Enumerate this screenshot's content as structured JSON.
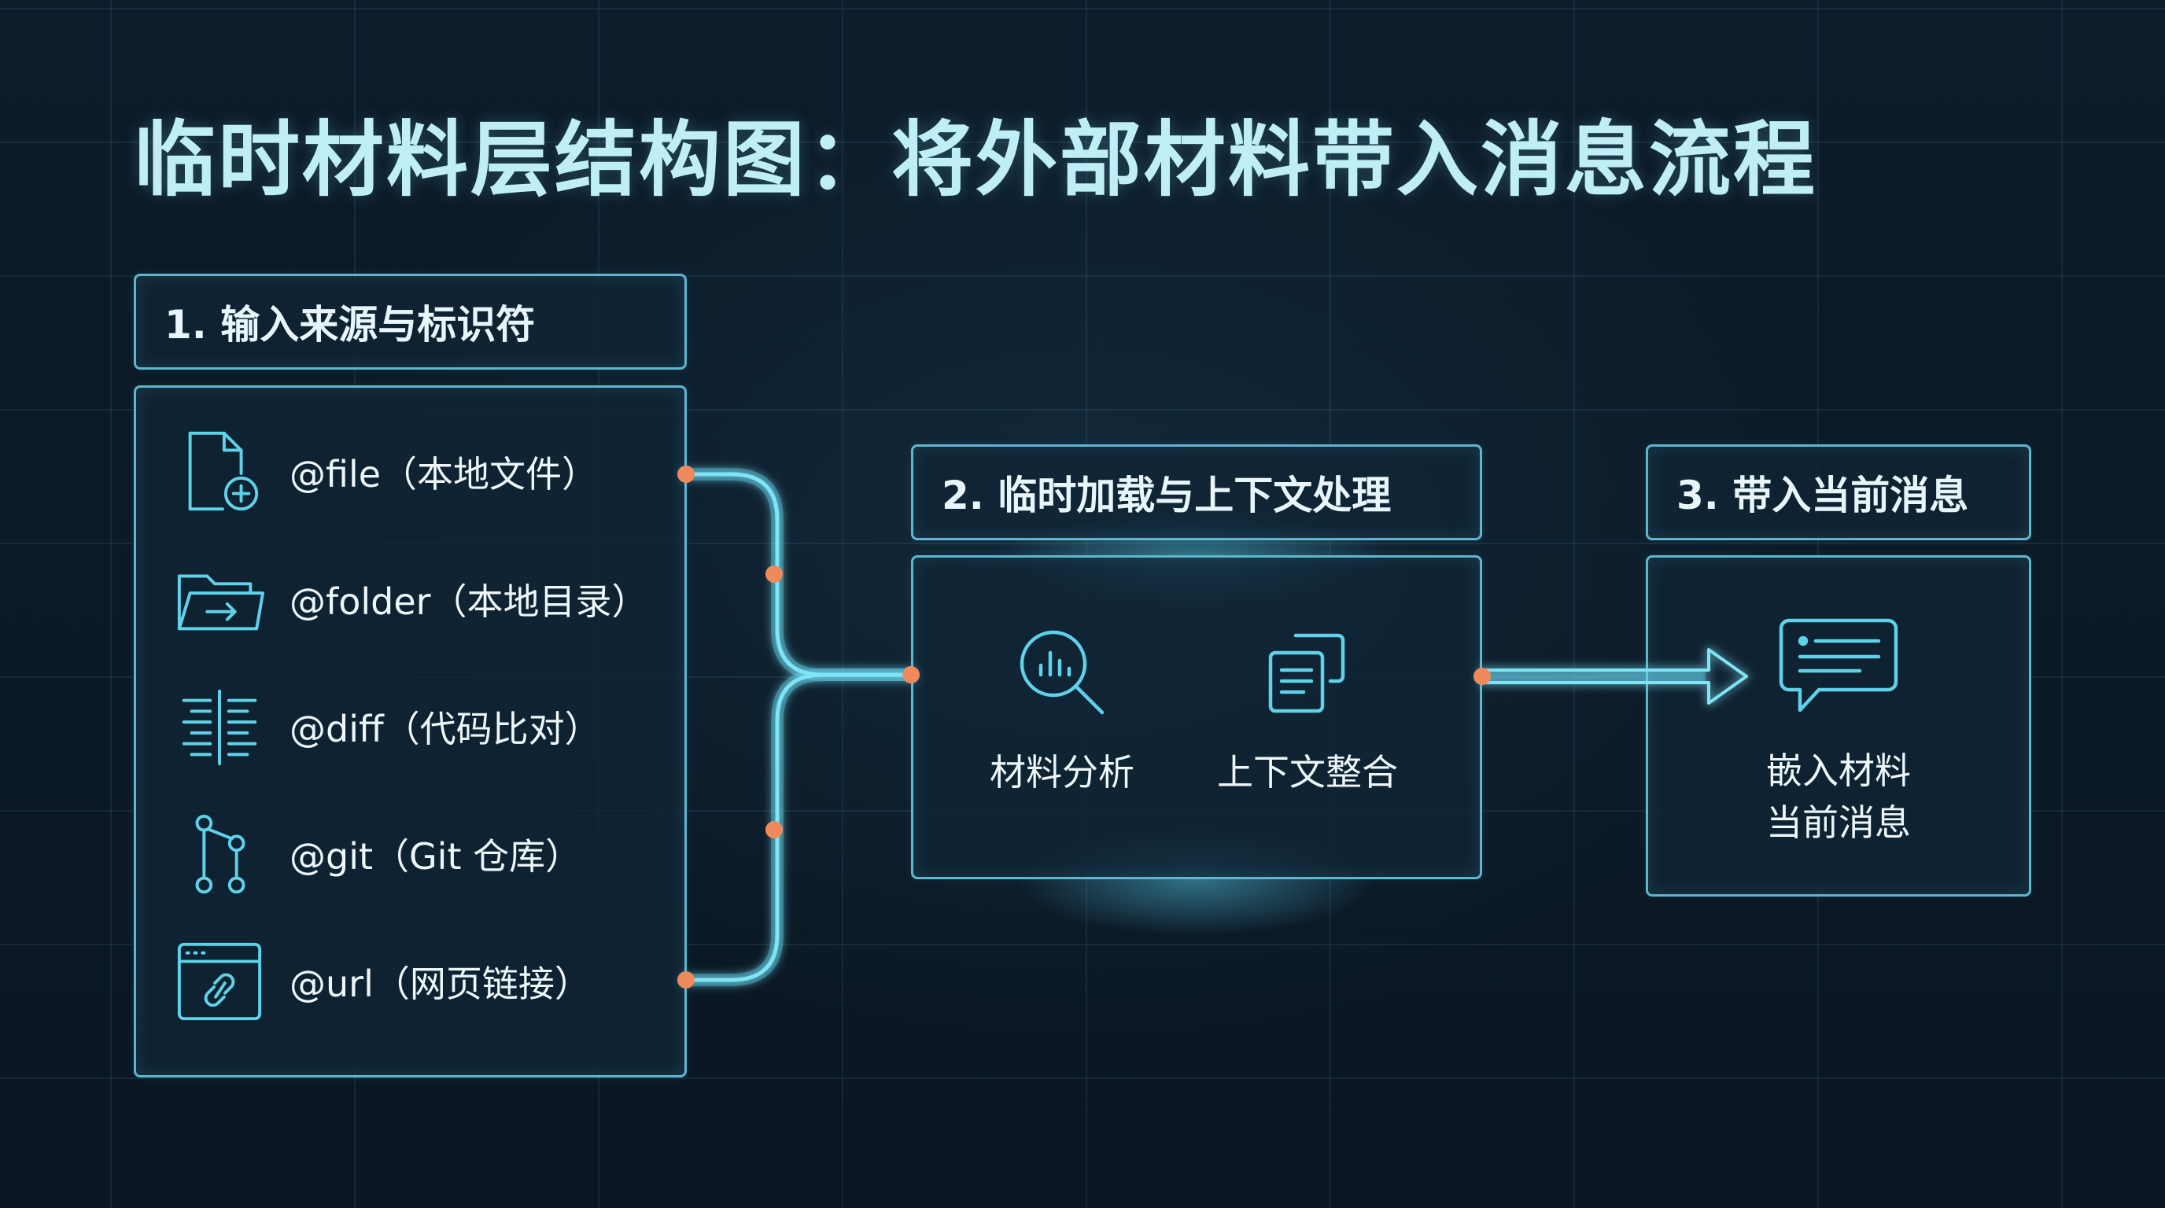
{
  "title": "临时材料层结构图：将外部材料带入消息流程",
  "colors": {
    "background": "#0b1825",
    "accent": "#5fd2ea",
    "border": "#5fb6cf",
    "node": "#f08a5d",
    "title": "#bfeef6"
  },
  "stage1": {
    "header": "1. 输入来源与标识符",
    "items": [
      {
        "icon": "file-plus-icon",
        "label": "@file（本地文件）"
      },
      {
        "icon": "folder-arrow-icon",
        "label": "@folder（本地目录）"
      },
      {
        "icon": "diff-lines-icon",
        "label": "@diff（代码比对）"
      },
      {
        "icon": "git-branch-icon",
        "label": "@git（Git 仓库）"
      },
      {
        "icon": "browser-link-icon",
        "label": "@url（网页链接）"
      }
    ]
  },
  "stage2": {
    "header": "2. 临时加载与上下文处理",
    "items": [
      {
        "icon": "search-chart-icon",
        "label": "材料分析"
      },
      {
        "icon": "documents-stack-icon",
        "label": "上下文整合"
      }
    ]
  },
  "stage3": {
    "header": "3. 带入当前消息",
    "icon": "chat-message-icon",
    "lines": [
      "嵌入材料",
      "当前消息"
    ]
  }
}
